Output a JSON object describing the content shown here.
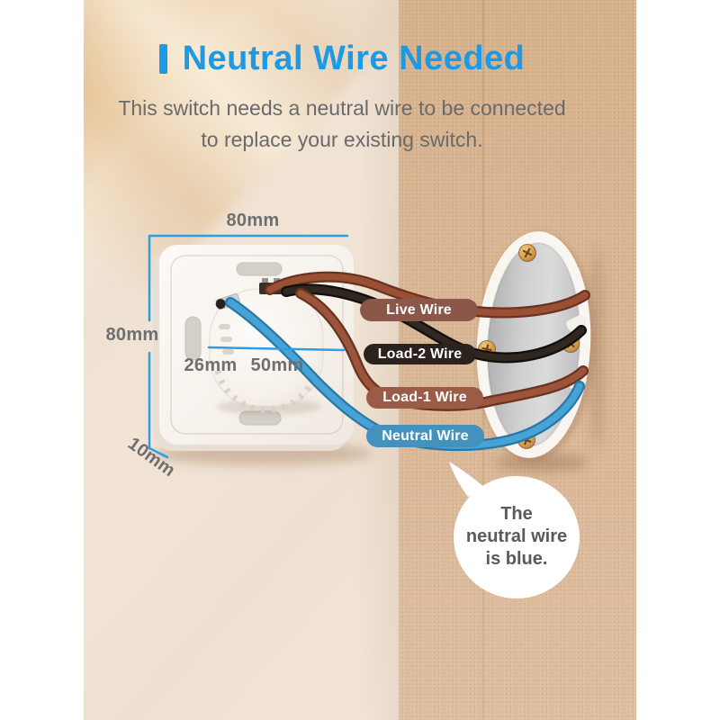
{
  "header": {
    "title": "Neutral Wire Needed",
    "subtitle_line1": "This switch needs a neutral wire to be connected",
    "subtitle_line2": "to replace your existing switch.",
    "title_color": "#1d9ae3",
    "subtitle_color": "#6a6a6a"
  },
  "dimensions": {
    "width_top": "80mm",
    "height_left": "80mm",
    "module_offset": "26mm",
    "module_width": "50mm",
    "depth": "10mm",
    "line_color": "#2f9de2",
    "label_color": "#6f6f6f"
  },
  "wire_labels": [
    {
      "id": "live",
      "label": "Live Wire",
      "pill_color": "#8a5749",
      "wire_color": "#9a5034"
    },
    {
      "id": "load2",
      "label": "Load-2 Wire",
      "pill_color": "#2b221d",
      "wire_color": "#302723"
    },
    {
      "id": "load1",
      "label": "Load-1 Wire",
      "pill_color": "#9a5c47",
      "wire_color": "#9c553a"
    },
    {
      "id": "neutral",
      "label": "Neutral Wire",
      "pill_color": "#4392be",
      "wire_color": "#47a3d6"
    }
  ],
  "callout": {
    "line1": "The",
    "line2": "neutral wire",
    "line3": "is blue."
  },
  "scene": {
    "wall_left_color": "#f1e3d4",
    "wall_right_color": "#d9b691",
    "plate_color": "#f8f4ef",
    "junction_box_interior": "#cbcbcd",
    "screw_color": "#c9924a"
  }
}
